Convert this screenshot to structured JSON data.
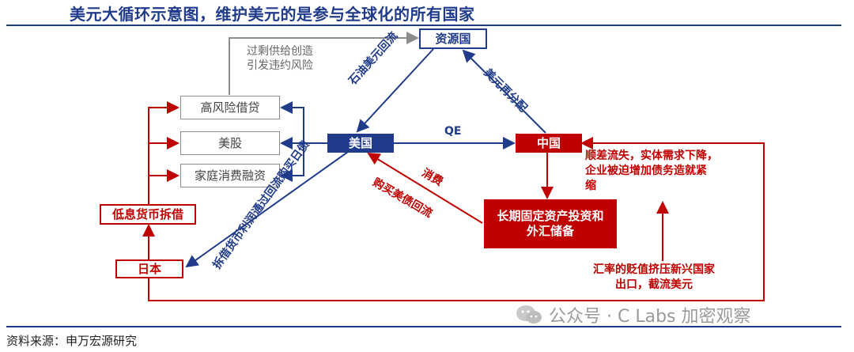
{
  "title": "美元大循环示意图，维护美元的是参与全球化的所有国家",
  "nodes": {
    "resource_country": "资源国",
    "usa": "美国",
    "china": "中国",
    "japan": "日本",
    "high_risk_lending": "高风险借贷",
    "us_stocks": "美股",
    "household_finance": "家庭消费融资",
    "low_interest_borrow": "低息货币拆借",
    "fixed_assets_reserves": "长期固定资产投资和\n外汇储备"
  },
  "labels": {
    "oversupply": "过剩供给创造\n引发违约风险",
    "petro_dollar": "石油美元回流",
    "dollar_redistribution": "美元再分配",
    "qe": "QE",
    "consumption": "消费",
    "buy_treasury": "购买美债回流",
    "borrow_back": "拆借货币利润通过回流购买日债",
    "trade_deficit": "顺差流失，实体需求下降，\n企业被迫增加债务造就紧\n缩",
    "exchange_rate": "汇率的贬值挤压新兴国家\n出口，截流美元"
  },
  "watermark": "公众号 · C Labs 加密观察",
  "source": "资料来源：申万宏源研究",
  "colors": {
    "navy": "#1f3b8a",
    "red": "#c00000",
    "gray": "#8c8c8c"
  }
}
